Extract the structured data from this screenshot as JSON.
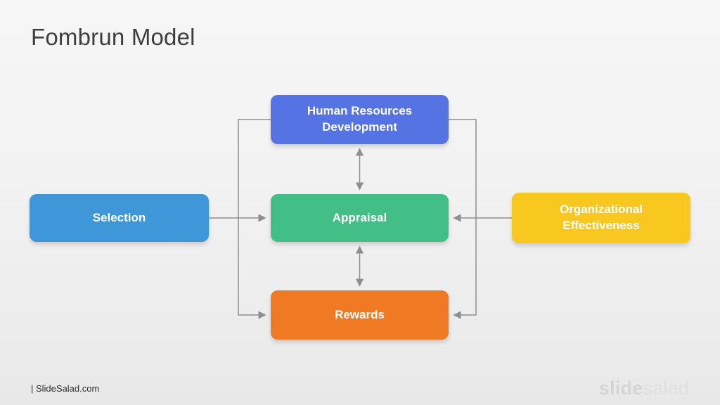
{
  "title": "Fombrun Model",
  "nodes": {
    "hrd": {
      "label": "Human Resources Development",
      "color": "#5673e4"
    },
    "selection": {
      "label": "Selection",
      "color": "#3d97d8"
    },
    "appraisal": {
      "label": "Appraisal",
      "color": "#42bf86"
    },
    "org_effectiveness": {
      "label": "Organizational Effectiveness",
      "color": "#f8c821"
    },
    "rewards": {
      "label": "Rewards",
      "color": "#ef7a23"
    }
  },
  "edges": [
    {
      "from": "selection",
      "to": "appraisal",
      "direction": "one-way"
    },
    {
      "from": "org_effectiveness",
      "to": "appraisal",
      "direction": "one-way"
    },
    {
      "from": "hrd",
      "to": "appraisal",
      "direction": "two-way"
    },
    {
      "from": "appraisal",
      "to": "rewards",
      "direction": "two-way"
    },
    {
      "from": "hrd",
      "to": "rewards",
      "direction": "one-way",
      "via": "left"
    },
    {
      "from": "hrd",
      "to": "rewards",
      "direction": "one-way",
      "via": "right"
    }
  ],
  "footer": {
    "credit": "| SlideSalad.com"
  },
  "watermark": {
    "bold": "slide",
    "light": "salad"
  },
  "colors": {
    "line": "#8f8f8f",
    "title_text": "#3e3e3e",
    "node_text": "#ffffff",
    "background": "#f0f0f0"
  }
}
